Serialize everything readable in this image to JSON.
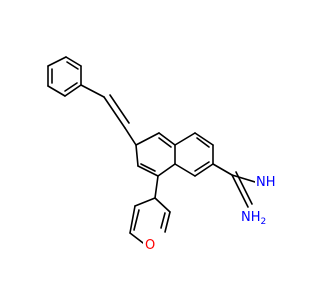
{
  "molecule": {
    "labels": {
      "imine_nitrogen": "NH",
      "amine_nitrogen": "NH",
      "amine_subscript": "2",
      "furan_oxygen": "O"
    },
    "colors": {
      "bond": "#000000",
      "nitrogen": "#0000ff",
      "oxygen": "#ff0000",
      "background": "#ffffff"
    }
  }
}
